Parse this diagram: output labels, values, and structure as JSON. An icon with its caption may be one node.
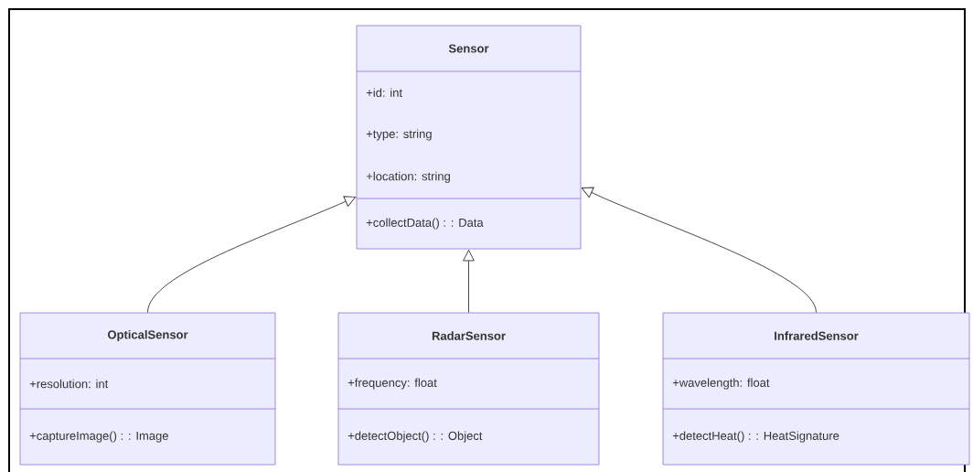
{
  "diagram": {
    "nodes": [
      {
        "text": [
          "Sensor",
          "+id: int",
          "+type: string",
          "+location: string",
          "+collectData() : : Data"
        ]
      },
      {
        "text": [
          "OpticalSensor",
          "+resolution: int",
          "+captureImage() : : Image"
        ]
      },
      {
        "text": [
          "RadarSensor",
          "+frequency: float",
          "+detectObject() : : Object"
        ]
      },
      {
        "text": [
          "InfraredSensor",
          "+wavelength: float",
          "+detectHeat() : : HeatSignature"
        ]
      }
    ],
    "edges": [
      {
        "from": 1,
        "to": 0,
        "arrow": "to"
      },
      {
        "from": 2,
        "to": 0,
        "arrow": "to"
      },
      {
        "from": 3,
        "to": 0,
        "arrow": "to"
      }
    ]
  }
}
